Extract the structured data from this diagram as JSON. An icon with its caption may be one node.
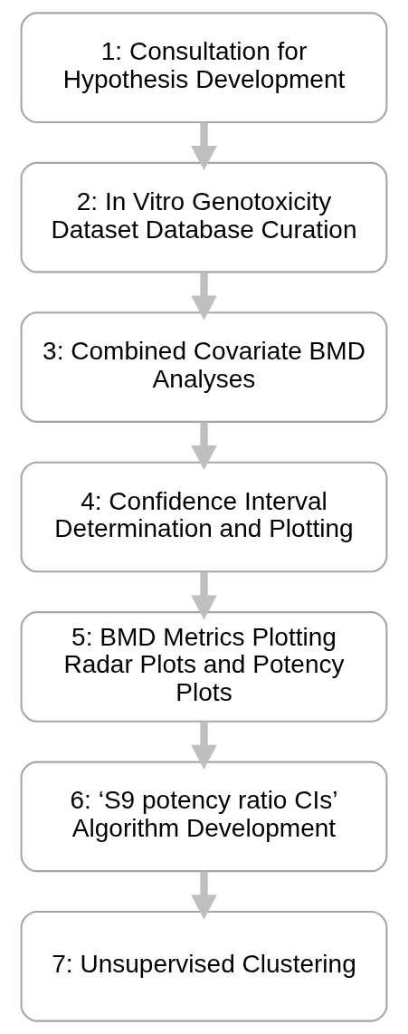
{
  "diagram": {
    "nodes": [
      {
        "text": [
          "1: Consultation for Hypothesis Development"
        ]
      },
      {
        "text": [
          "2: In Vitro Genotoxicity Dataset Database Curation"
        ]
      },
      {
        "text": [
          "3: Combined Covariate BMD Analyses"
        ]
      },
      {
        "text": [
          "4: Confidence Interval Determination and Plotting"
        ]
      },
      {
        "text": [
          "5: BMD Metrics Plotting Radar Plots and Potency Plots"
        ]
      },
      {
        "text": [
          "6: ‘S9 potency ratio CIs’ Algorithm Development"
        ]
      },
      {
        "text": [
          "7: Unsupervised Clustering"
        ]
      }
    ],
    "edges": [
      {
        "from": 0,
        "to": 1,
        "arrow": "to"
      },
      {
        "from": 1,
        "to": 2,
        "arrow": "to"
      },
      {
        "from": 2,
        "to": 3,
        "arrow": "to"
      },
      {
        "from": 3,
        "to": 4,
        "arrow": "to"
      },
      {
        "from": 4,
        "to": 5,
        "arrow": "to"
      },
      {
        "from": 5,
        "to": 6,
        "arrow": "to"
      }
    ]
  }
}
